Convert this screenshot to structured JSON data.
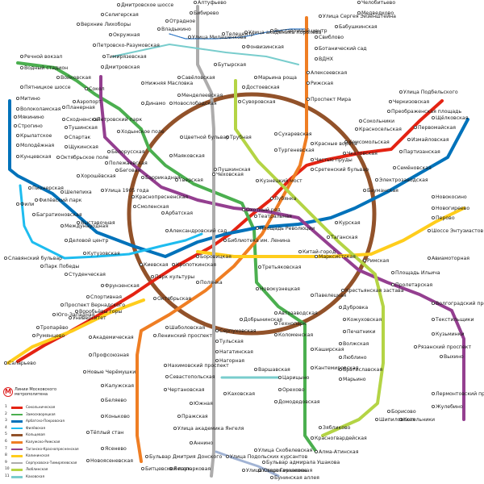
{
  "legend": {
    "title": "Линии Московского метрополитена",
    "items": [
      {
        "num": "1",
        "name": "Сокольническая",
        "color": "#e42313"
      },
      {
        "num": "2",
        "name": "Замоскворецкая",
        "color": "#4baf4f"
      },
      {
        "num": "3",
        "name": "Арбатско-Покровская",
        "color": "#0072ba"
      },
      {
        "num": "4",
        "name": "Филёвская",
        "color": "#1ebcef"
      },
      {
        "num": "5",
        "name": "Кольцевая",
        "color": "#92522a"
      },
      {
        "num": "6",
        "name": "Калужско-Рижская",
        "color": "#ef7e24"
      },
      {
        "num": "7",
        "name": "Таганско-Краснопресненская",
        "color": "#943f90"
      },
      {
        "num": "8",
        "name": "Калининская",
        "color": "#ffcd1c"
      },
      {
        "num": "9",
        "name": "Серпуховско-Тимирязевская",
        "color": "#adacac"
      },
      {
        "num": "10",
        "name": "Люблинская",
        "color": "#b4d445"
      },
      {
        "num": "11",
        "name": "Каховская",
        "color": "#79cdcd"
      }
    ]
  },
  "colors": {
    "sokol": "#e42313",
    "zamosk": "#4baf4f",
    "arbat": "#0072ba",
    "filev": "#1ebcef",
    "ring": "#92522a",
    "kaluzh": "#ef7e24",
    "tagan": "#943f90",
    "kalinin": "#ffcd1c",
    "serp": "#adacac",
    "lyub": "#b4d445",
    "kahov": "#79cdcd",
    "butovo": "#a1b3d4",
    "mono": "#2c75c4"
  },
  "stations": [
    {
      "n": "Дмитровское шоссе"
    },
    {
      "n": "Селигерская"
    },
    {
      "n": "Верхние Лихоборы"
    },
    {
      "n": "Окружная"
    },
    {
      "n": "Петровско-Разумовская"
    },
    {
      "n": "Тимирязевская"
    },
    {
      "n": "Дмитровская"
    },
    {
      "n": "Алтуфьево"
    },
    {
      "n": "Бибирево"
    },
    {
      "n": "Отрадное"
    },
    {
      "n": "Владыкино"
    },
    {
      "n": "Улица Милашенкова"
    },
    {
      "n": "Телецентр"
    },
    {
      "n": "Улица академика Королёва"
    },
    {
      "n": "Выставочный центр"
    },
    {
      "n": "Улица Сергея Эйзенштейна"
    },
    {
      "n": "Медведково"
    },
    {
      "n": "Челобитьево"
    },
    {
      "n": "Бабушкинская"
    },
    {
      "n": "Свиблово"
    },
    {
      "n": "Ботанический сад"
    },
    {
      "n": "ВДНХ"
    },
    {
      "n": "Алексеевская"
    },
    {
      "n": "Рижская"
    },
    {
      "n": "Проспект Мира"
    },
    {
      "n": "Речной вокзал"
    },
    {
      "n": "Водный стадион"
    },
    {
      "n": "Войковская"
    },
    {
      "n": "Сокол"
    },
    {
      "n": "Аэропорт"
    },
    {
      "n": "Динамо"
    },
    {
      "n": "Белорусская"
    },
    {
      "n": "Маяковская"
    },
    {
      "n": "Тверская"
    },
    {
      "n": "Театральная"
    },
    {
      "n": "Новокузнецкая"
    },
    {
      "n": "Павелецкая"
    },
    {
      "n": "Автозаводская"
    },
    {
      "n": "Технопарк"
    },
    {
      "n": "Коломенская"
    },
    {
      "n": "Каширская"
    },
    {
      "n": "Кантемировская"
    },
    {
      "n": "Царицыно"
    },
    {
      "n": "Орехово"
    },
    {
      "n": "Домодедовская"
    },
    {
      "n": "Красногвардейская"
    },
    {
      "n": "Алма-Атинская"
    },
    {
      "n": "Пятницкое шоссе"
    },
    {
      "n": "Митино"
    },
    {
      "n": "Волоколамская"
    },
    {
      "n": "Мякинино"
    },
    {
      "n": "Строгино"
    },
    {
      "n": "Крылатское"
    },
    {
      "n": "Молодёжная"
    },
    {
      "n": "Кунцевская"
    },
    {
      "n": "Славянский бульвар"
    },
    {
      "n": "Парк Победы"
    },
    {
      "n": "Киевская"
    },
    {
      "n": "Смоленская"
    },
    {
      "n": "Арбатская"
    },
    {
      "n": "Площадь Революции"
    },
    {
      "n": "Курская"
    },
    {
      "n": "Бауманская"
    },
    {
      "n": "Электрозаводская"
    },
    {
      "n": "Семёновская"
    },
    {
      "n": "Партизанская"
    },
    {
      "n": "Измайловская"
    },
    {
      "n": "Первомайская"
    },
    {
      "n": "Щёлковская"
    },
    {
      "n": "Планерная"
    },
    {
      "n": "Сходненская"
    },
    {
      "n": "Тушинская"
    },
    {
      "n": "Спартак"
    },
    {
      "n": "Щукинская"
    },
    {
      "n": "Октябрьское поле"
    },
    {
      "n": "Полежаевская"
    },
    {
      "n": "Беговая"
    },
    {
      "n": "Улица 1905 года"
    },
    {
      "n": "Баррикадная"
    },
    {
      "n": "Пушкинская"
    },
    {
      "n": "Кузнецкий мост"
    },
    {
      "n": "Китай-город"
    },
    {
      "n": "Таганская"
    },
    {
      "n": "Пролетарская"
    },
    {
      "n": "Волгоградский проспект"
    },
    {
      "n": "Текстильщики"
    },
    {
      "n": "Кузьминки"
    },
    {
      "n": "Рязанский проспект"
    },
    {
      "n": "Выхино"
    },
    {
      "n": "Лермонтовский проспект"
    },
    {
      "n": "Жулебино"
    },
    {
      "n": "Котельники"
    },
    {
      "n": "Новокосино"
    },
    {
      "n": "Новогиреево"
    },
    {
      "n": "Перово"
    },
    {
      "n": "Шоссе Энтузиастов"
    },
    {
      "n": "Авиамоторная"
    },
    {
      "n": "Площадь Ильича"
    },
    {
      "n": "Марксистская"
    },
    {
      "n": "Третьяковская"
    },
    {
      "n": "Октябрьская"
    },
    {
      "n": "Шаболовская"
    },
    {
      "n": "Ленинский проспект"
    },
    {
      "n": "Академическая"
    },
    {
      "n": "Профсоюзная"
    },
    {
      "n": "Новые Черёмушки"
    },
    {
      "n": "Калужская"
    },
    {
      "n": "Беляево"
    },
    {
      "n": "Коньково"
    },
    {
      "n": "Тёплый стан"
    },
    {
      "n": "Ясенево"
    },
    {
      "n": "Новоясеневская"
    },
    {
      "n": "Битцевский парк"
    },
    {
      "n": "Лесопарковая"
    },
    {
      "n": "Бульвар Дмитрия Донского"
    },
    {
      "n": "Аннино"
    },
    {
      "n": "Улица академика Янгеля"
    },
    {
      "n": "Пражская"
    },
    {
      "n": "Южная"
    },
    {
      "n": "Чертановская"
    },
    {
      "n": "Севастопольская"
    },
    {
      "n": "Нахимовский проспект"
    },
    {
      "n": "Нагорная"
    },
    {
      "n": "Нагатинская"
    },
    {
      "n": "Тульская"
    },
    {
      "n": "Серпуховская"
    },
    {
      "n": "Добрынинская"
    },
    {
      "n": "Полянка"
    },
    {
      "n": "Боровицкая"
    },
    {
      "n": "Чеховская"
    },
    {
      "n": "Цветной бульвар"
    },
    {
      "n": "Менделеевская"
    },
    {
      "n": "Савёловская"
    },
    {
      "n": "Бутырская"
    },
    {
      "n": "Фонвизинская"
    },
    {
      "n": "Марьина роща"
    },
    {
      "n": "Достоевская"
    },
    {
      "n": "Трубная"
    },
    {
      "n": "Сретенский бульвар"
    },
    {
      "n": "Чкаловская"
    },
    {
      "n": "Римская"
    },
    {
      "n": "Крестьянская застава"
    },
    {
      "n": "Дубровка"
    },
    {
      "n": "Кожуховская"
    },
    {
      "n": "Печатники"
    },
    {
      "n": "Волжская"
    },
    {
      "n": "Люблино"
    },
    {
      "n": "Братиславская"
    },
    {
      "n": "Марьино"
    },
    {
      "n": "Борисово"
    },
    {
      "n": "Шипиловская"
    },
    {
      "n": "Зябликово"
    },
    {
      "n": "Каховская"
    },
    {
      "n": "Варшавская"
    },
    {
      "n": "Юго-Западная"
    },
    {
      "n": "Тропарёво"
    },
    {
      "n": "Румянцево"
    },
    {
      "n": "Саларьево"
    },
    {
      "n": "Проспект Вернадского"
    },
    {
      "n": "Университет"
    },
    {
      "n": "Воробьёвы горы"
    },
    {
      "n": "Спортивная"
    },
    {
      "n": "Фрунзенская"
    },
    {
      "n": "Парк культуры"
    },
    {
      "n": "Кропоткинская"
    },
    {
      "n": "Библиотека им. Ленина"
    },
    {
      "n": "Охотный ряд"
    },
    {
      "n": "Лубянка"
    },
    {
      "n": "Чистые пруды"
    },
    {
      "n": "Красные ворота"
    },
    {
      "n": "Комсомольская"
    },
    {
      "n": "Красносельская"
    },
    {
      "n": "Сокольники"
    },
    {
      "n": "Преображенская площадь"
    },
    {
      "n": "Черкизовская"
    },
    {
      "n": "Улица Подбельского"
    },
    {
      "n": "Сухаревская"
    },
    {
      "n": "Тургеневская"
    },
    {
      "n": "Новослободская"
    },
    {
      "n": "Суворовская"
    },
    {
      "n": "Краснопресненская"
    },
    {
      "n": "Выставочная"
    },
    {
      "n": "Международная"
    },
    {
      "n": "Деловой центр"
    },
    {
      "n": "Фили"
    },
    {
      "n": "Багратионовская"
    },
    {
      "n": "Филёвский парк"
    },
    {
      "n": "Пионерская"
    },
    {
      "n": "Кутузовская"
    },
    {
      "n": "Студенческая"
    },
    {
      "n": "Александровский сад"
    },
    {
      "n": "Хорошёвская"
    },
    {
      "n": "Шелепиха"
    },
    {
      "n": "Петровский парк"
    },
    {
      "n": "Ходынское поле"
    },
    {
      "n": "Нижняя Масловка"
    },
    {
      "n": "Улица Подольских курсантов"
    },
    {
      "n": "Улица Скобелевская"
    },
    {
      "n": "Бульвар адмирала Ушакова"
    },
    {
      "n": "Улица Горчакова"
    },
    {
      "n": "Бунинская аллея"
    },
    {
      "n": "Улица Старокачаловская"
    }
  ]
}
